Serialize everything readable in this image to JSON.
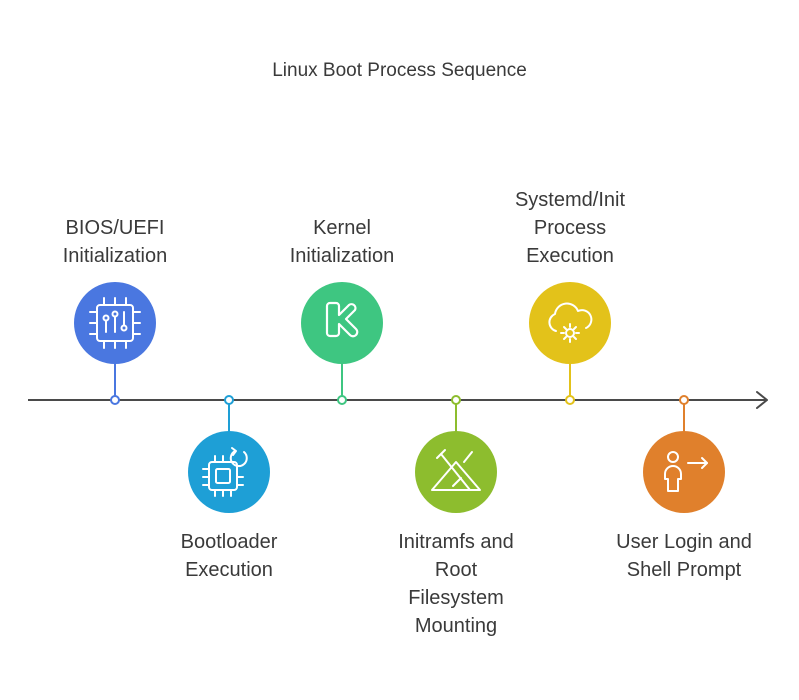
{
  "title": "Linux Boot Process Sequence",
  "stages": [
    {
      "lines": [
        "BIOS/UEFI",
        "Initialization"
      ],
      "icon": "chip-icon",
      "color": "#4a77e0",
      "position": "above"
    },
    {
      "lines": [
        "Bootloader",
        "Execution"
      ],
      "icon": "chip-refresh-icon",
      "color": "#1e9fd6",
      "position": "below"
    },
    {
      "lines": [
        "Kernel",
        "Initialization"
      ],
      "icon": "kotlin-k-icon",
      "color": "#3ec681",
      "position": "above"
    },
    {
      "lines": [
        "Initramfs and",
        "Root",
        "Filesystem",
        "Mounting"
      ],
      "icon": "mount-icon",
      "color": "#8dbd2e",
      "position": "below"
    },
    {
      "lines": [
        "Systemd/Init",
        "Process",
        "Execution"
      ],
      "icon": "cloud-gear-icon",
      "color": "#e3c21a",
      "position": "above"
    },
    {
      "lines": [
        "User Login and",
        "Shell Prompt"
      ],
      "icon": "user-login-icon",
      "color": "#e0802c",
      "position": "below"
    }
  ],
  "axis_color": "#4a4a4a"
}
